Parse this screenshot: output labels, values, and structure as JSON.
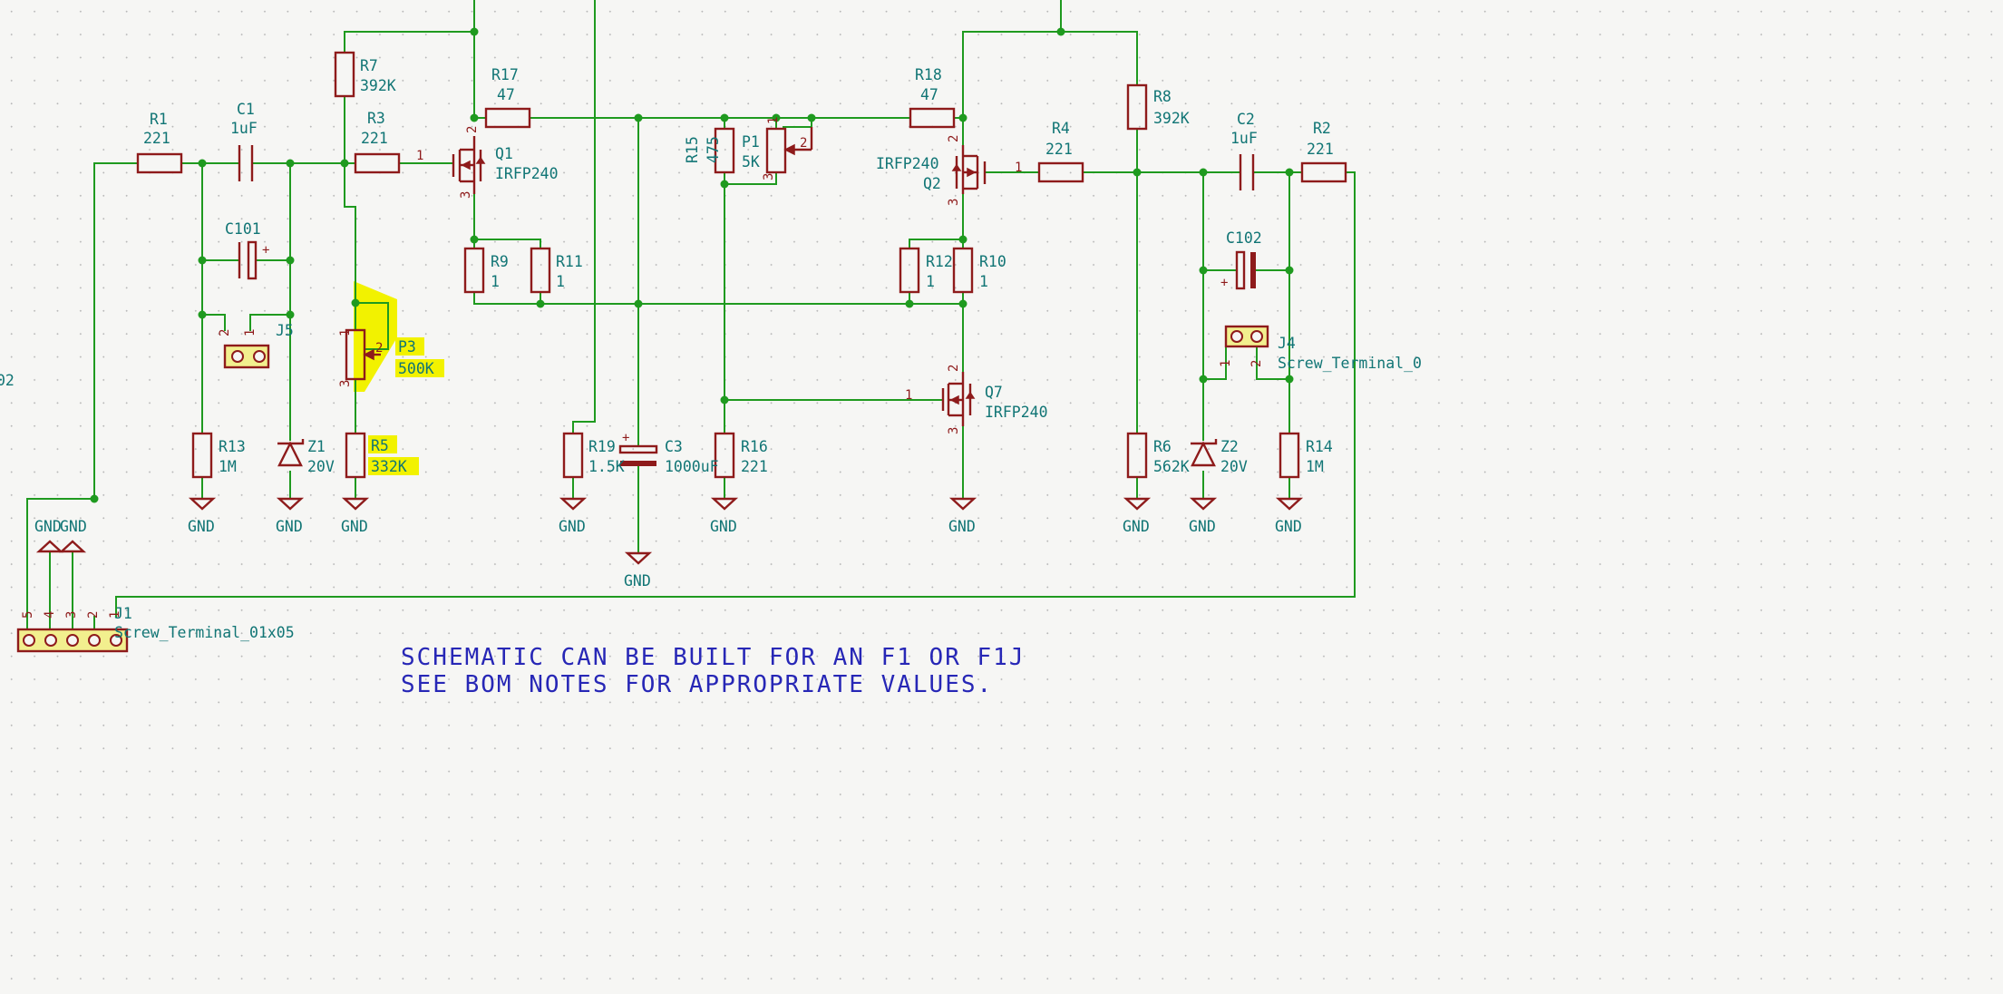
{
  "note": {
    "line1": "SCHEMATIC CAN BE BUILT FOR AN F1 OR F1J",
    "line2": "SEE BOM NOTES FOR APPROPRIATE VALUES."
  },
  "gnd_label": "GND",
  "edge_fragment": "02",
  "components": {
    "R1": {
      "ref": "R1",
      "value": "221"
    },
    "R2": {
      "ref": "R2",
      "value": "221"
    },
    "R3": {
      "ref": "R3",
      "value": "221"
    },
    "R4": {
      "ref": "R4",
      "value": "221"
    },
    "R5": {
      "ref": "R5",
      "value": "332K"
    },
    "R6": {
      "ref": "R6",
      "value": "562K"
    },
    "R7": {
      "ref": "R7",
      "value": "392K"
    },
    "R8": {
      "ref": "R8",
      "value": "392K"
    },
    "R9": {
      "ref": "R9",
      "value": "1"
    },
    "R10": {
      "ref": "R10",
      "value": "1"
    },
    "R11": {
      "ref": "R11",
      "value": "1"
    },
    "R12": {
      "ref": "R12",
      "value": "1"
    },
    "R13": {
      "ref": "R13",
      "value": "1M"
    },
    "R14": {
      "ref": "R14",
      "value": "1M"
    },
    "R15": {
      "ref": "R15",
      "value": "475"
    },
    "R16": {
      "ref": "R16",
      "value": "221"
    },
    "R17": {
      "ref": "R17",
      "value": "47"
    },
    "R18": {
      "ref": "R18",
      "value": "47"
    },
    "R19": {
      "ref": "R19",
      "value": "1.5K"
    },
    "C1": {
      "ref": "C1",
      "value": "1uF"
    },
    "C2": {
      "ref": "C2",
      "value": "1uF"
    },
    "C3": {
      "ref": "C3",
      "value": "1000uF"
    },
    "C101": {
      "ref": "C101",
      "value": ""
    },
    "C102": {
      "ref": "C102",
      "value": ""
    },
    "P1": {
      "ref": "P1",
      "value": "5K"
    },
    "P3": {
      "ref": "P3",
      "value": "500K"
    },
    "Q1": {
      "ref": "Q1",
      "value": "IRFP240"
    },
    "Q2": {
      "ref": "Q2",
      "value": "IRFP240"
    },
    "Q7": {
      "ref": "Q7",
      "value": "IRFP240"
    },
    "Z1": {
      "ref": "Z1",
      "value": "20V"
    },
    "Z2": {
      "ref": "Z2",
      "value": "20V"
    },
    "J1": {
      "ref": "J1",
      "value": "Screw_Terminal_01x05"
    },
    "J4": {
      "ref": "J4",
      "value": "Screw_Terminal_0"
    },
    "J5": {
      "ref": "J5",
      "value": ""
    }
  },
  "pins": {
    "p1": "1",
    "p2": "2",
    "p3": "3",
    "p4": "4",
    "p5": "5",
    "plus": "+"
  },
  "highlight_color": "#f2f200",
  "colors": {
    "wire": "#1f9a1f",
    "symbol": "#8e1b1b",
    "label": "#117575",
    "note": "#2727b6"
  }
}
